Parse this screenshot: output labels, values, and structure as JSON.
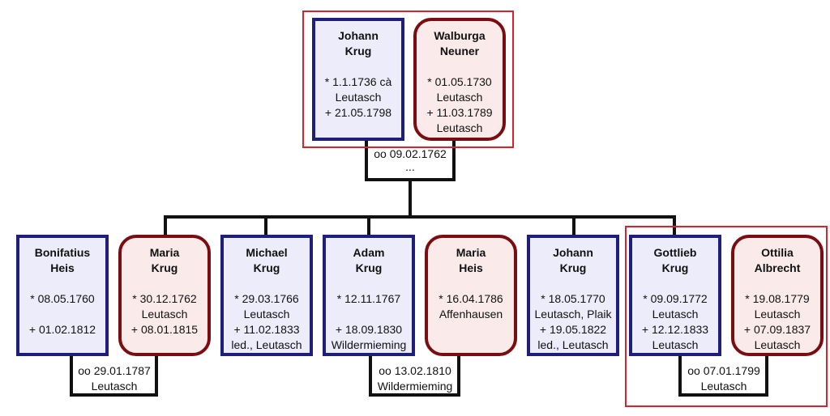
{
  "top_couple": {
    "husband": {
      "first": "Johann",
      "last": "Krug",
      "lines": [
        "* 1.1.1736 cà",
        "Leutasch",
        "+ 21.05.1798"
      ]
    },
    "wife": {
      "first": "Walburga",
      "last": "Neuner",
      "lines": [
        "* 01.05.1730",
        "Leutasch",
        "+ 11.03.1789",
        "Leutasch"
      ]
    },
    "marriage": [
      "oo 09.02.1762",
      "..."
    ]
  },
  "children": [
    {
      "id": "bonifatius",
      "first": "Bonifatius",
      "last": "Heis",
      "sex": "m",
      "lines": [
        "* 08.05.1760",
        "",
        "+ 01.02.1812"
      ]
    },
    {
      "id": "maria1",
      "first": "Maria",
      "last": "Krug",
      "sex": "f",
      "lines": [
        "* 30.12.1762",
        "Leutasch",
        "+ 08.01.1815"
      ]
    },
    {
      "id": "michael",
      "first": "Michael",
      "last": "Krug",
      "sex": "m",
      "lines": [
        "* 29.03.1766",
        "Leutasch",
        "+ 11.02.1833",
        "led., Leutasch"
      ]
    },
    {
      "id": "adam",
      "first": "Adam",
      "last": "Krug",
      "sex": "m",
      "lines": [
        "* 12.11.1767",
        "",
        "+ 18.09.1830",
        "Wildermieming"
      ]
    },
    {
      "id": "maria2",
      "first": "Maria",
      "last": "Heis",
      "sex": "f",
      "lines": [
        "* 16.04.1786",
        "Affenhausen"
      ]
    },
    {
      "id": "johann2",
      "first": "Johann",
      "last": "Krug",
      "sex": "m",
      "lines": [
        "* 18.05.1770",
        "Leutasch, Plaik",
        "+ 19.05.1822",
        "led., Leutasch"
      ]
    },
    {
      "id": "gottlieb",
      "first": "Gottlieb",
      "last": "Krug",
      "sex": "m",
      "lines": [
        "* 09.09.1772",
        "Leutasch",
        "+ 12.12.1833",
        "Leutasch"
      ]
    },
    {
      "id": "ottilia",
      "first": "Ottilia",
      "last": "Albrecht",
      "sex": "f",
      "lines": [
        "* 19.08.1779",
        "Leutasch",
        "+ 07.09.1837",
        "Leutasch"
      ]
    }
  ],
  "marriages": {
    "m1": [
      "oo 29.01.1787",
      "Leutasch"
    ],
    "m2": [
      "oo 13.02.1810",
      "Wildermieming"
    ],
    "m3": [
      "oo 07.01.1799",
      "Leutasch"
    ]
  }
}
